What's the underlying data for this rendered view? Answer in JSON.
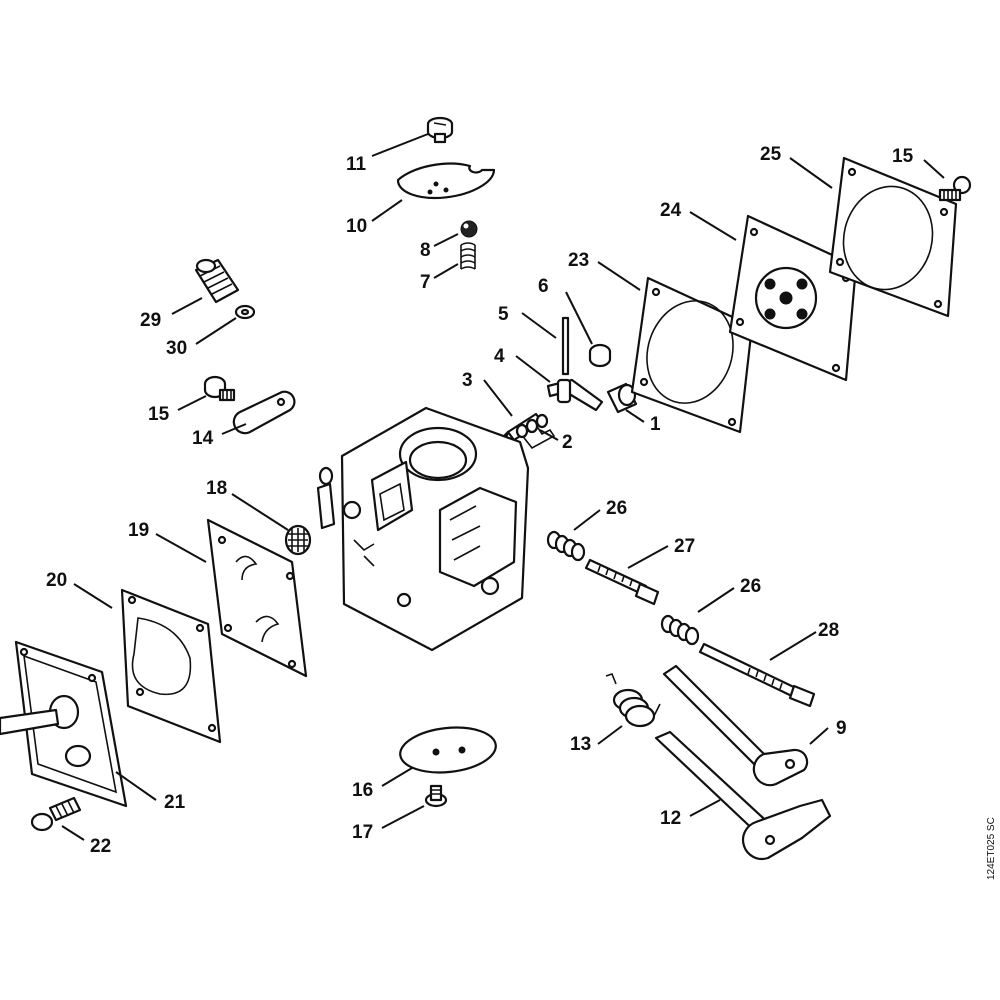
{
  "diagram": {
    "drawing_code": "124ET025 SC",
    "callouts": {
      "c1": "1",
      "c2": "2",
      "c3": "3",
      "c4": "4",
      "c5": "5",
      "c6": "6",
      "c7": "7",
      "c8": "8",
      "c9": "9",
      "c10": "10",
      "c11": "11",
      "c12": "12",
      "c13": "13",
      "c14": "14",
      "c15a": "15",
      "c15b": "15",
      "c16": "16",
      "c17": "17",
      "c18": "18",
      "c19": "19",
      "c20": "20",
      "c21": "21",
      "c22": "22",
      "c23": "23",
      "c24": "24",
      "c25": "25",
      "c26a": "26",
      "c26b": "26",
      "c27": "27",
      "c28": "28",
      "c29": "29",
      "c30": "30"
    }
  }
}
